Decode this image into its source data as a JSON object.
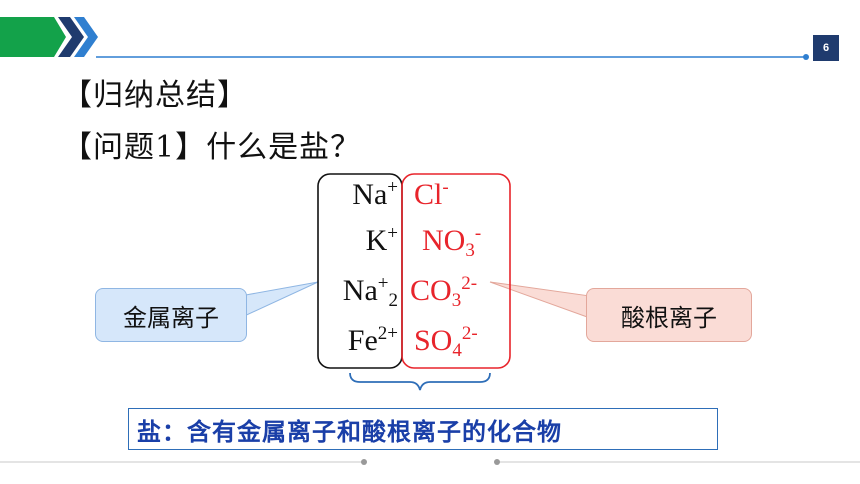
{
  "slide": {
    "page_number": "6",
    "heading_summary": "【归纳总结】",
    "heading_question": "【问题1】什么是盐？"
  },
  "ions": {
    "metal": [
      {
        "base": "Na",
        "sup": "+",
        "sub": ""
      },
      {
        "base": "K",
        "sup": "+",
        "sub": ""
      },
      {
        "base": "Na",
        "sup": "+",
        "sub": "2"
      },
      {
        "base": "Fe",
        "sup": "2+",
        "sub": ""
      }
    ],
    "acid": [
      {
        "base": "Cl",
        "sub": "",
        "sup": "-"
      },
      {
        "base": "NO",
        "sub": "3",
        "sup": "-"
      },
      {
        "base": "CO",
        "sub": "3",
        "sup": "2-"
      },
      {
        "base": "SO",
        "sub": "4",
        "sup": "2-"
      }
    ]
  },
  "callouts": {
    "metal_label": "金属离子",
    "acid_label": "酸根离子"
  },
  "conclusion": "盐：含有金属离子和酸根离子的化合物",
  "colors": {
    "header_green": "#13a24a",
    "header_blue": "#2f7fd0",
    "acid_red": "#e8242b",
    "metal_box": "#111111",
    "callout_blue_fill": "#d6e7fa",
    "callout_red_fill": "#fadcd6",
    "conclusion_text": "#1a3fa8"
  }
}
